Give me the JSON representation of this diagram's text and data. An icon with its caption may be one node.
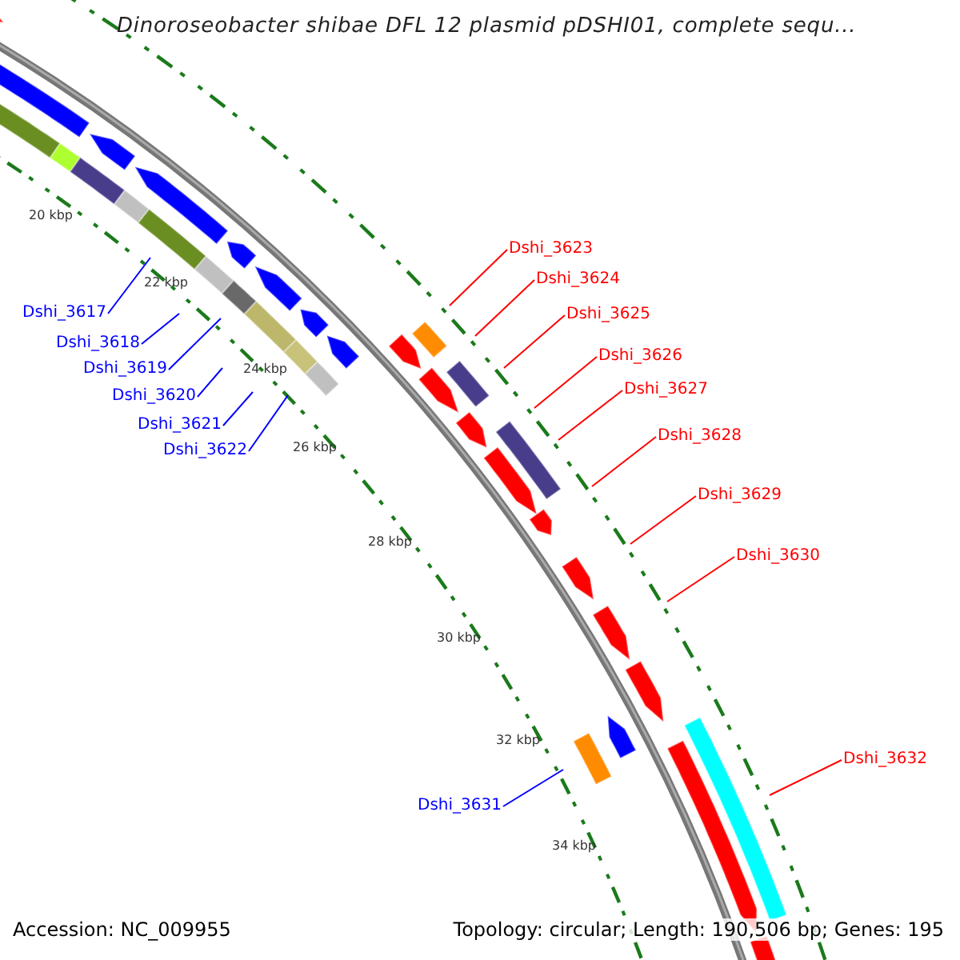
{
  "diagram": {
    "title": "Dinoroseobacter shibae DFL 12 plasmid pDSHI01, complete sequ...",
    "nodes": [
      {
        "text": [
          "Dshi_3617"
        ]
      },
      {
        "text": [
          "Dshi_3618"
        ]
      },
      {
        "text": [
          "Dshi_3619"
        ]
      },
      {
        "text": [
          "Dshi_3620"
        ]
      },
      {
        "text": [
          "Dshi_3621"
        ]
      },
      {
        "text": [
          "Dshi_3622"
        ]
      },
      {
        "text": [
          "Dshi_3623"
        ]
      },
      {
        "text": [
          "Dshi_3624"
        ]
      },
      {
        "text": [
          "Dshi_3625"
        ]
      },
      {
        "text": [
          "Dshi_3626"
        ]
      },
      {
        "text": [
          "Dshi_3627"
        ]
      },
      {
        "text": [
          "Dshi_3628"
        ]
      },
      {
        "text": [
          "Dshi_3629"
        ]
      },
      {
        "text": [
          "Dshi_3630"
        ]
      },
      {
        "text": [
          "Dshi_3631"
        ]
      },
      {
        "text": [
          "Dshi_3632"
        ]
      }
    ],
    "edges": [
      {
        "from": 0,
        "to": null,
        "arrow": "none",
        "color": "#0000ff"
      },
      {
        "from": 1,
        "to": null,
        "arrow": "none",
        "color": "#0000ff"
      },
      {
        "from": 2,
        "to": null,
        "arrow": "none",
        "color": "#0000ff"
      },
      {
        "from": 3,
        "to": null,
        "arrow": "none",
        "color": "#0000ff"
      },
      {
        "from": 4,
        "to": null,
        "arrow": "none",
        "color": "#0000ff"
      },
      {
        "from": 5,
        "to": null,
        "arrow": "none",
        "color": "#0000ff"
      },
      {
        "from": 6,
        "to": null,
        "arrow": "none"
      },
      {
        "from": 7,
        "to": null,
        "arrow": "none"
      },
      {
        "from": 8,
        "to": null,
        "arrow": "none"
      },
      {
        "from": 9,
        "to": null,
        "arrow": "none"
      },
      {
        "from": 10,
        "to": null,
        "arrow": "none"
      },
      {
        "from": 11,
        "to": null,
        "arrow": "none"
      },
      {
        "from": 12,
        "to": null,
        "arrow": "none"
      },
      {
        "from": 13,
        "to": null,
        "arrow": "none"
      },
      {
        "from": 14,
        "to": null,
        "arrow": "none",
        "color": "#0000ff"
      },
      {
        "from": 15,
        "to": null,
        "arrow": "none"
      }
    ],
    "labels": [
      "20 kbp",
      "22 kbp",
      "24 kbp",
      "26 kbp",
      "28 kbp",
      "30 kbp",
      "32 kbp",
      "34 kbp",
      "Accession: NC_009955",
      "Topology: circular; Length: 190,506 bp; Genes: 195"
    ]
  }
}
